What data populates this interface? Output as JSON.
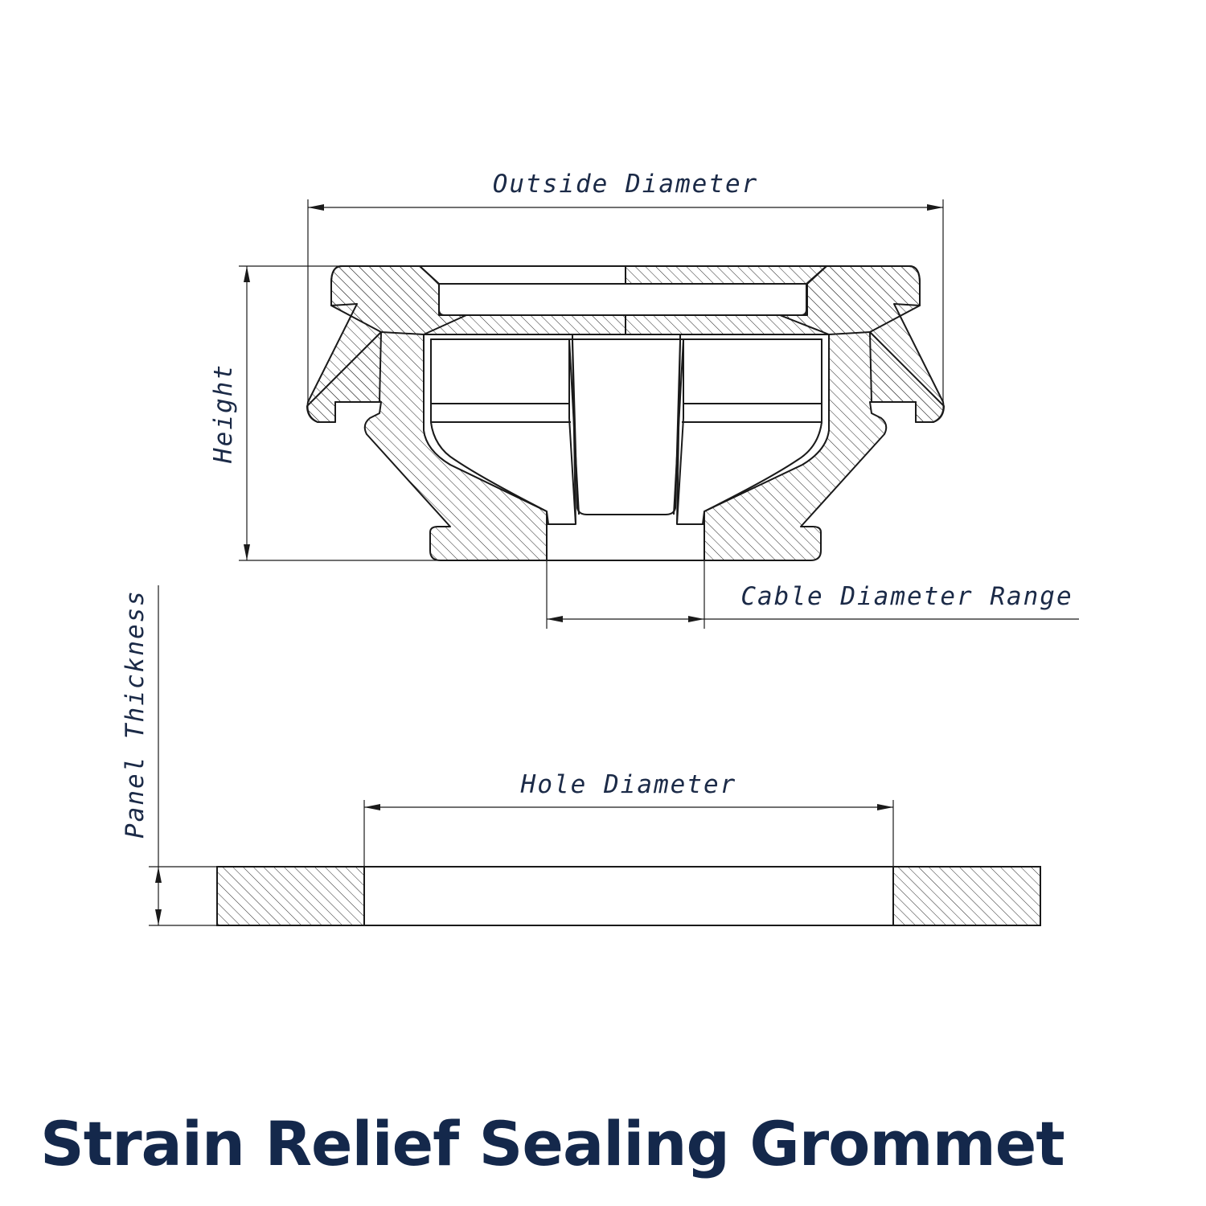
{
  "title": "Strain Relief Sealing Grommet",
  "labels": {
    "outside_diameter": "Outside Diameter",
    "height": "Height",
    "cable_diameter_range": "Cable Diameter Range",
    "panel_thickness": "Panel Thickness",
    "hole_diameter": "Hole Diameter"
  },
  "colors": {
    "line": "#1a1a1a",
    "text": "#1b2a47",
    "title": "#14284b",
    "background": "#ffffff"
  }
}
